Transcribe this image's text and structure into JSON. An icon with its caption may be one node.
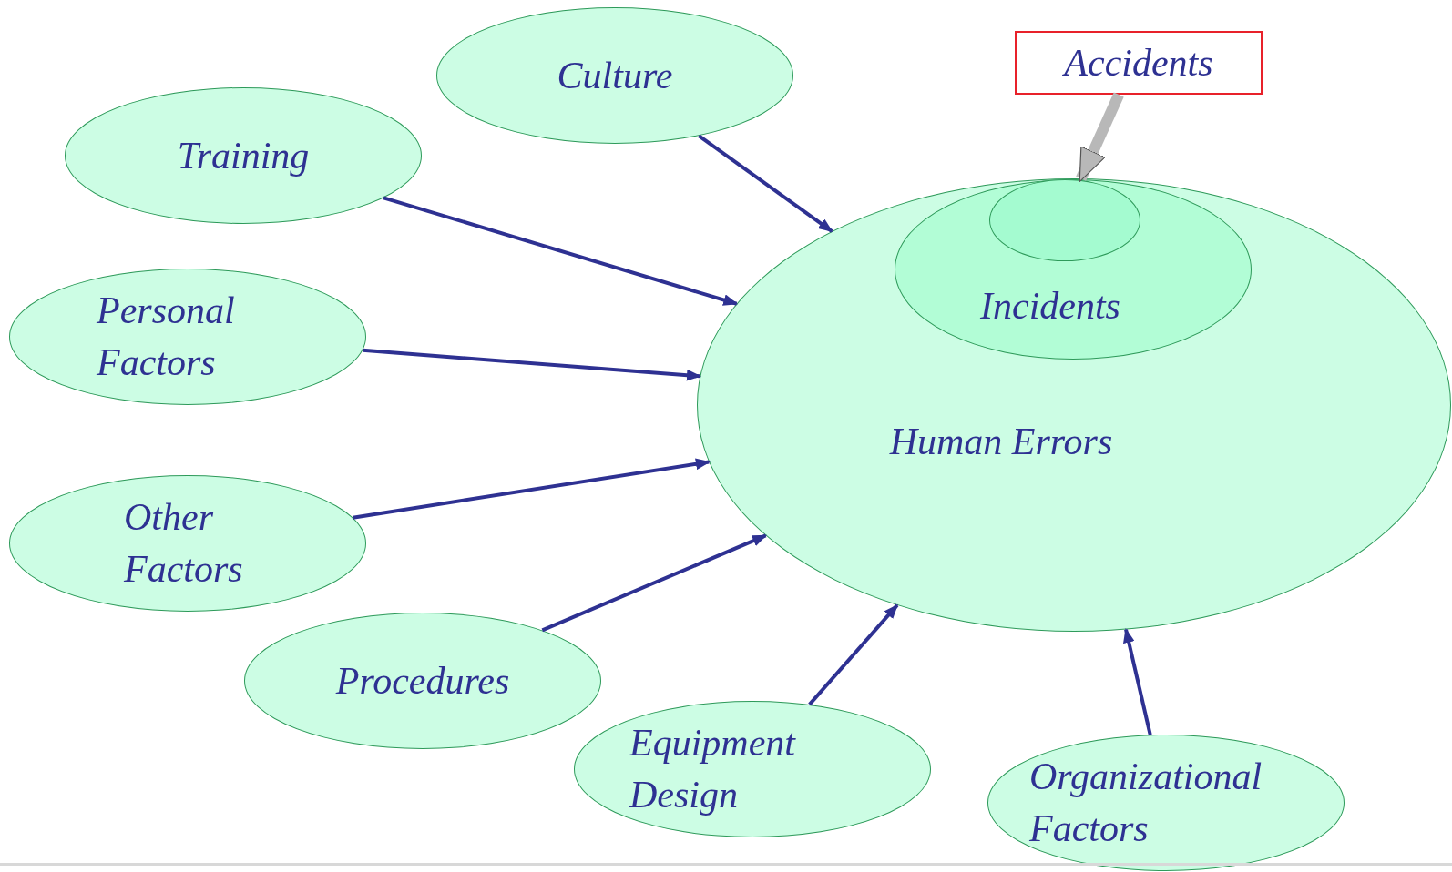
{
  "diagram": {
    "nodes": [
      {
        "text": [
          "Culture"
        ]
      },
      {
        "text": [
          "Accidents"
        ]
      },
      {
        "text": [
          "Training"
        ]
      },
      {
        "text": [
          "Personal Factors"
        ]
      },
      {
        "text": [
          "Human Errors"
        ]
      },
      {
        "text": [
          "Incidents"
        ],
        "in": 4
      },
      {
        "text": [],
        "shape": "circle",
        "in": 5
      },
      {
        "text": [
          "Other Factors"
        ]
      },
      {
        "text": [
          "Procedures"
        ]
      },
      {
        "text": [
          "Equipment Design"
        ]
      },
      {
        "text": [
          "Organizational Factors"
        ]
      }
    ],
    "edges": [
      {
        "from": 0,
        "to": 4,
        "arrow": "to"
      },
      {
        "from": 1,
        "to": 6,
        "arrow": "to",
        "style": "thick",
        "color": "#b8b8b8"
      },
      {
        "from": 2,
        "to": 4,
        "arrow": "to"
      },
      {
        "from": 3,
        "to": 4,
        "arrow": "to"
      },
      {
        "from": 7,
        "to": 4,
        "arrow": "to"
      },
      {
        "from": 8,
        "to": 4,
        "arrow": "to"
      },
      {
        "from": 9,
        "to": 4,
        "arrow": "to"
      },
      {
        "from": 10,
        "to": 4,
        "arrow": "to"
      }
    ]
  }
}
